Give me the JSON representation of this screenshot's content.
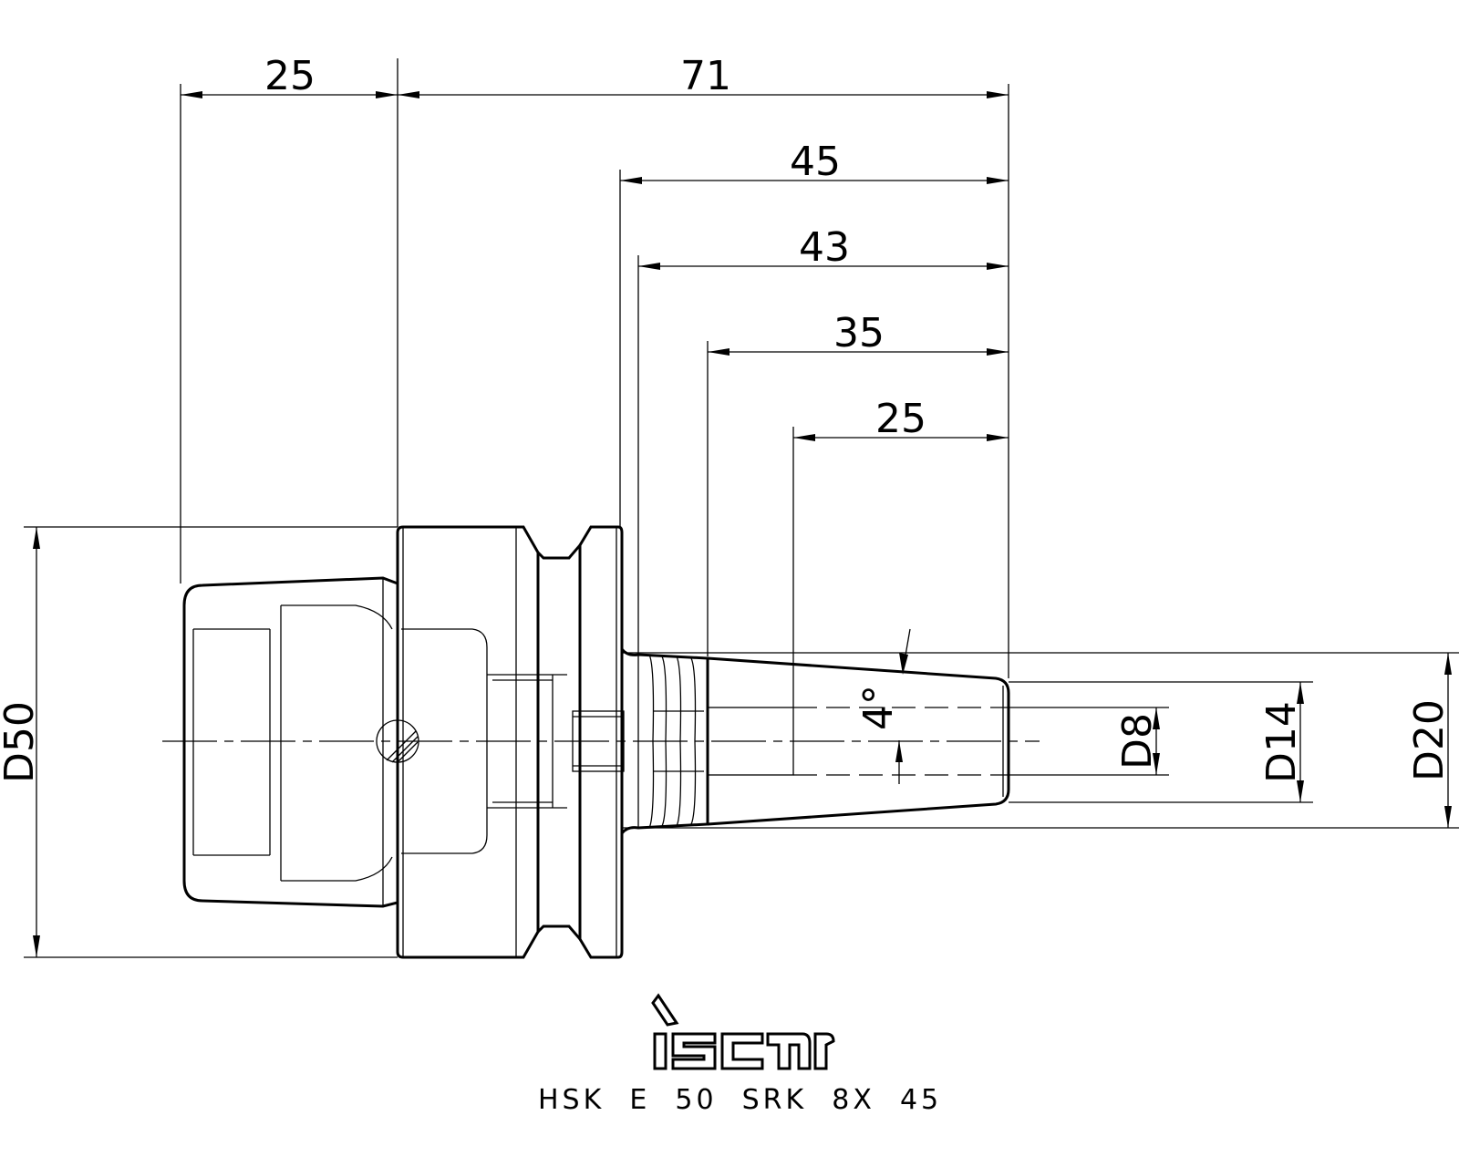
{
  "dimensions": {
    "collet_nut_length": "25",
    "overall_length": "71",
    "length_45": "45",
    "length_43": "43",
    "length_35": "35",
    "length_25": "25",
    "diameter_flange": "D50",
    "diameter_bore": "D8",
    "diameter_14": "D14",
    "diameter_20": "D20",
    "taper_angle": "4°"
  },
  "brand": {
    "logo_text": "iscar"
  },
  "caption": {
    "designation": "HSK  E  50  SRK  8X  45"
  },
  "colors": {
    "line": "#000000",
    "background": "#ffffff"
  }
}
